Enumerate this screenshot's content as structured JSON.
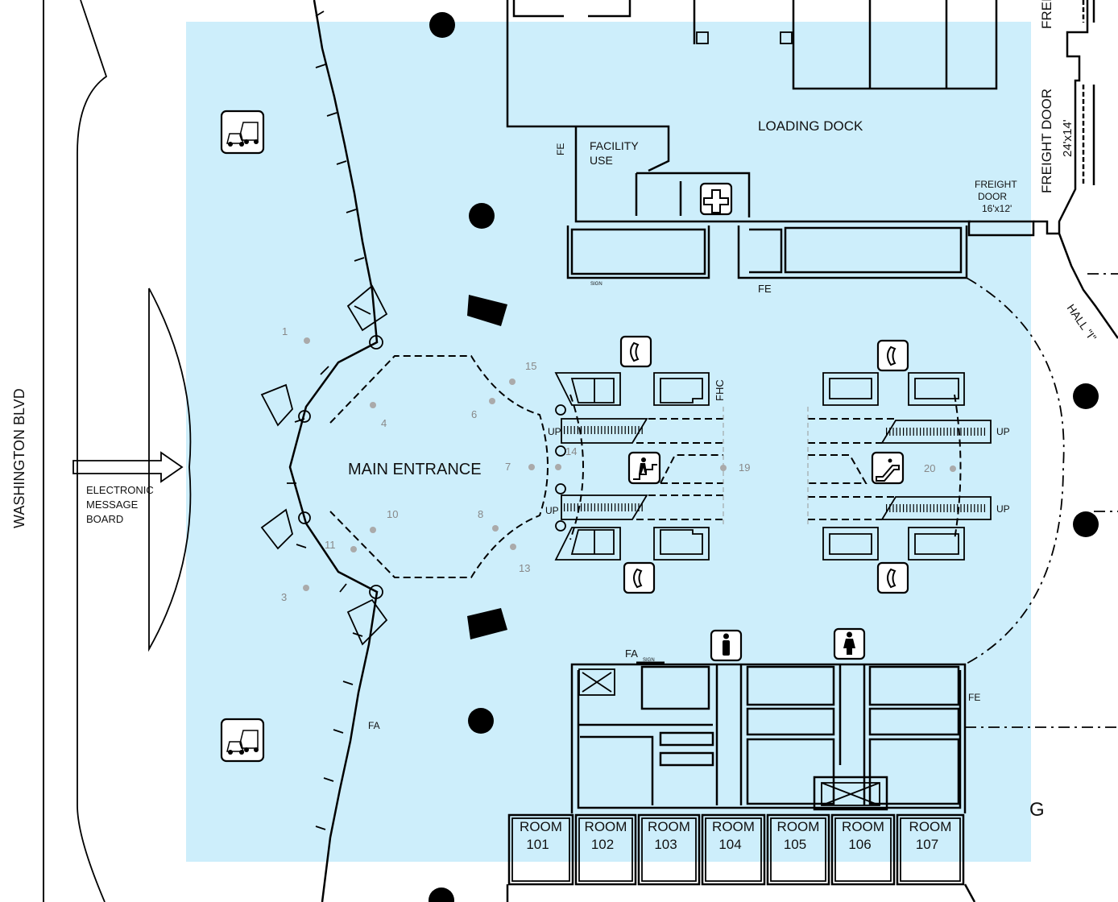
{
  "colors": {
    "concourse": "#cdeefb",
    "walls": "#000000",
    "marker": "#aaaaaa"
  },
  "street": {
    "name": "WASHINGTON BLVD"
  },
  "message_board": {
    "line1": "ELECTRONIC",
    "line2": "MESSAGE",
    "line3": "BOARD"
  },
  "entrance": {
    "label": "MAIN ENTRANCE"
  },
  "loading_dock": {
    "label": "LOADING DOCK"
  },
  "facility": {
    "line1": "FACILITY",
    "line2": "USE"
  },
  "freight_door_small": {
    "line1": "FREIGHT",
    "line2": "DOOR",
    "size": "16'x12'"
  },
  "freight_door_large": {
    "label": "FREIGHT DOOR",
    "size": "24'x14'",
    "cut_label": "FREI"
  },
  "hall": {
    "label": "HALL \"I\""
  },
  "section_letter": "G",
  "abbr": {
    "fe": "FE",
    "fa": "FA",
    "fhc": "FHC",
    "sign": "SIGN",
    "up": "UP"
  },
  "markers": [
    "1",
    "3",
    "4",
    "6",
    "7",
    "8",
    "10",
    "11",
    "13",
    "14",
    "15",
    "19",
    "20"
  ],
  "rooms": [
    {
      "word": "ROOM",
      "number": "101"
    },
    {
      "word": "ROOM",
      "number": "102"
    },
    {
      "word": "ROOM",
      "number": "103"
    },
    {
      "word": "ROOM",
      "number": "104"
    },
    {
      "word": "ROOM",
      "number": "105"
    },
    {
      "word": "ROOM",
      "number": "106"
    },
    {
      "word": "ROOM",
      "number": "107"
    }
  ],
  "icons": [
    "taxi-icon",
    "phone-icon",
    "escalator-icon",
    "stairs-icon",
    "first-aid-icon",
    "mens-restroom-icon",
    "womens-restroom-icon"
  ]
}
